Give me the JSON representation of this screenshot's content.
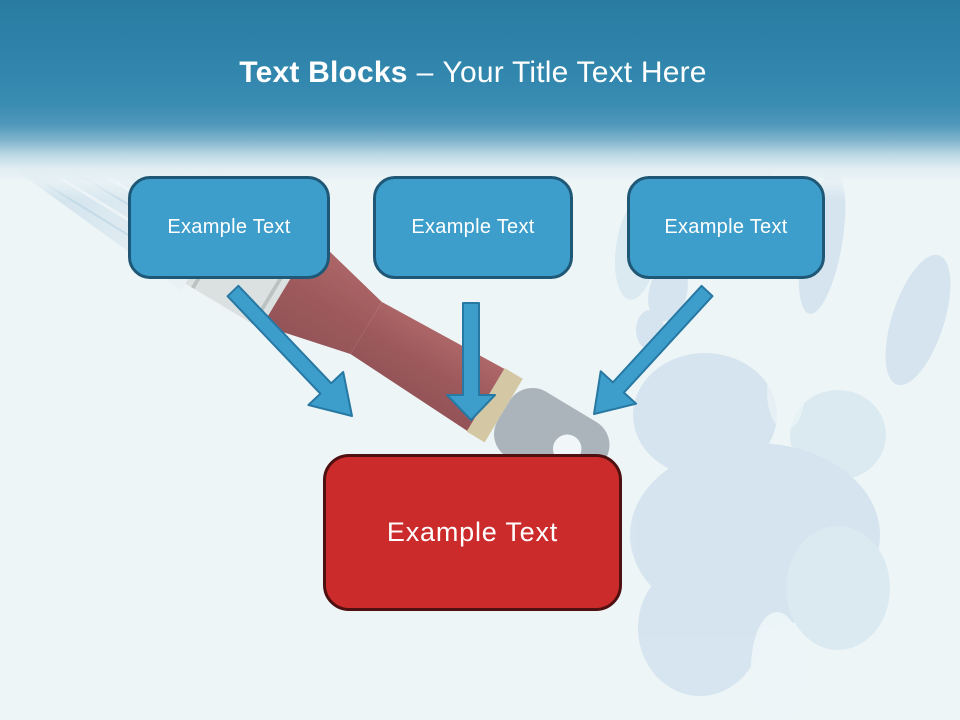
{
  "title": {
    "bold": "Text Blocks",
    "separator": "–",
    "rest": "Your Title Text Here"
  },
  "boxes": [
    {
      "label": "Example Text"
    },
    {
      "label": "Example Text"
    },
    {
      "label": "Example Text"
    }
  ],
  "result_box": {
    "label": "Example Text"
  },
  "colors": {
    "header_gradient_top": "#2A7BA1",
    "header_gradient_mid": "#3389B0",
    "page_background": "#EDF5F7",
    "block_fill": "#3E9ECB",
    "block_border": "#1F5876",
    "arrow_fill": "#3E9ECB",
    "arrow_outline": "#2778A3",
    "result_fill": "#CC2B2B",
    "result_border": "#4E1010",
    "text_color": "#FFFFFF"
  },
  "background_images": [
    "paintbrush-image",
    "child-handprint-image"
  ]
}
